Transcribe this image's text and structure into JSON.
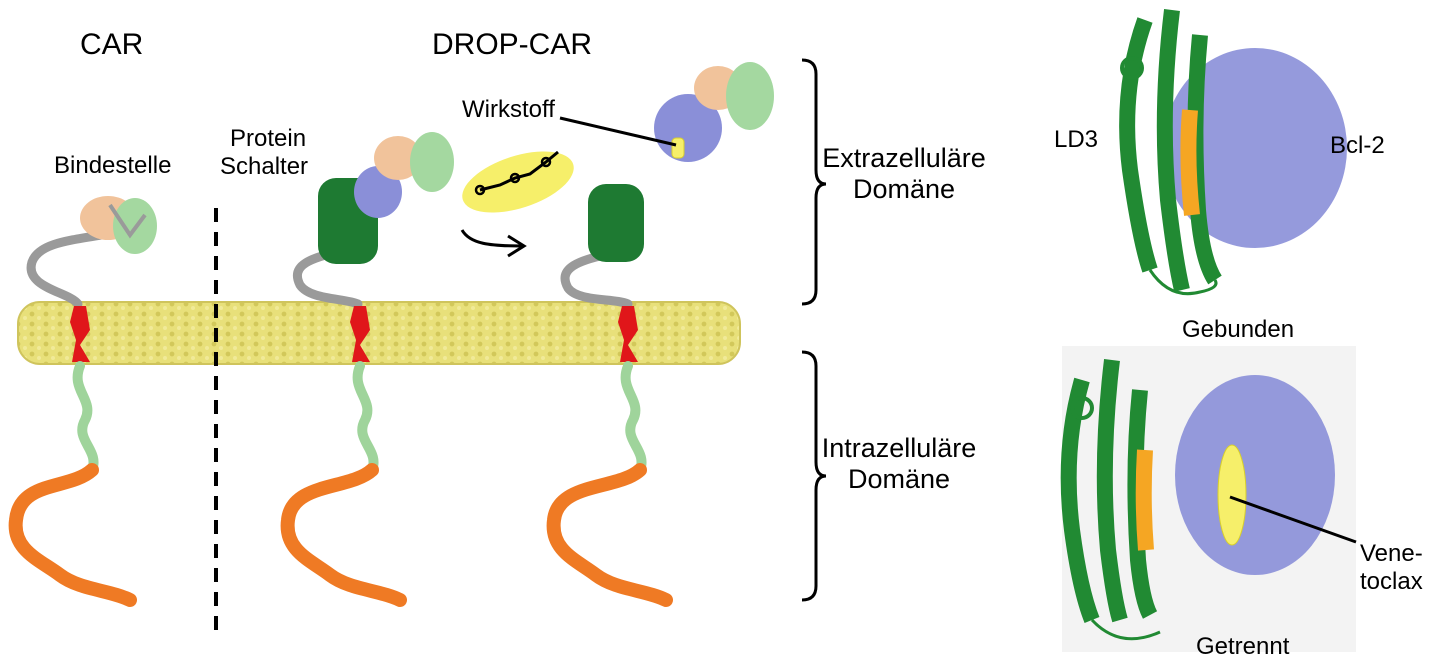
{
  "titles": {
    "car": "CAR",
    "drop_car": "DROP-CAR"
  },
  "labels": {
    "binding_site": "Bindestelle",
    "protein_switch_line1": "Protein",
    "protein_switch_line2": "Schalter",
    "drug": "Wirkstoff",
    "extracellular_line1": "Extrazelluläre",
    "extracellular_line2": "Domäne",
    "intracellular_line1": "Intrazelluläre",
    "intracellular_line2": "Domäne",
    "ld3": "LD3",
    "bcl2": "Bcl-2",
    "bound": "Gebunden",
    "separated": "Getrennt",
    "venetoclax_line1": "Vene-",
    "venetoclax_line2": "toclax"
  },
  "colors": {
    "membrane": "#e8e07a",
    "transmembrane": "#e0161a",
    "linker": "#9a9a9a",
    "intracellular_chain": "#9fd49b",
    "signaling_domain": "#ef7a24",
    "binder_light": "#a4d8a0",
    "binder_peach": "#f1c39b",
    "switch_green": "#1e7a32",
    "bcl2_purple": "#8a8fd8",
    "ld3_helix": "#218a33",
    "helix_orange": "#f5a623",
    "drug_yellow": "#f6ef6a"
  }
}
